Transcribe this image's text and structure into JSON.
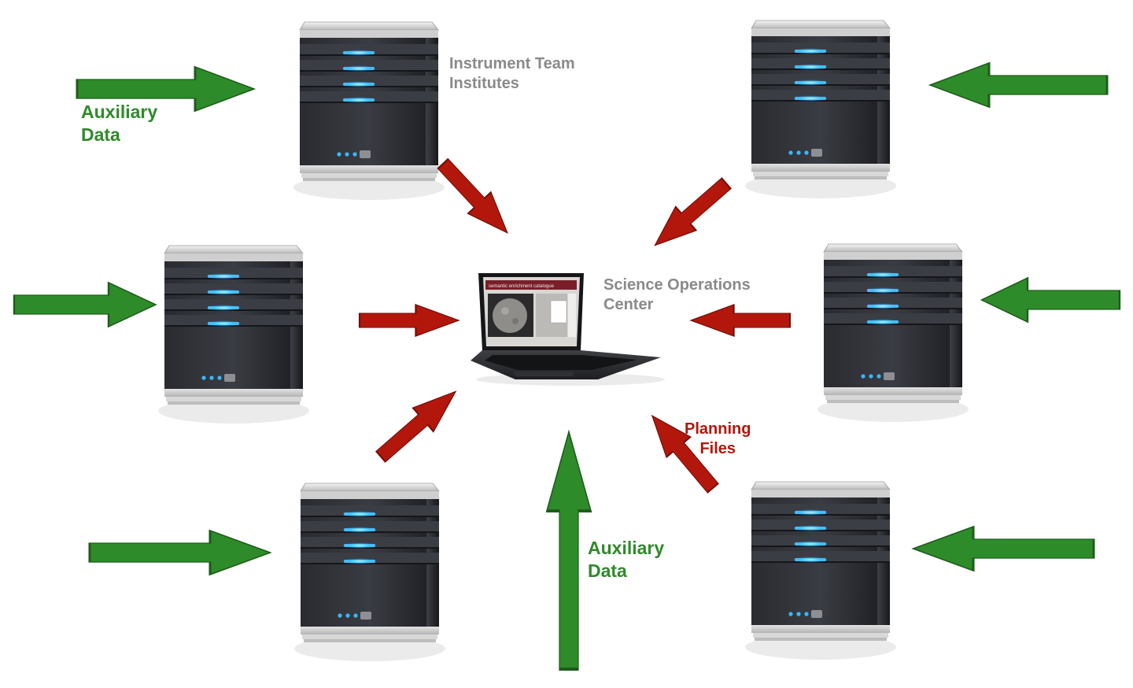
{
  "labels": {
    "instrument_team_line1": "Instrument Team",
    "instrument_team_line2": "Institutes",
    "soc_line1": "Science Operations",
    "soc_line2": "Center",
    "aux_top_line1": "Auxiliary",
    "aux_top_line2": "Data",
    "aux_bottom_line1": "Auxiliary",
    "aux_bottom_line2": "Data",
    "planning_line1": "Planning",
    "planning_line2": "Files"
  },
  "laptop_screen": {
    "header_text": "semantic enrichment catalogue"
  },
  "colors": {
    "green_arrow": "#2e8b2a",
    "red_arrow": "#b3170c",
    "label_gray": "#8a8a8a",
    "label_green": "#2f8a2a",
    "label_red": "#b0170c"
  }
}
